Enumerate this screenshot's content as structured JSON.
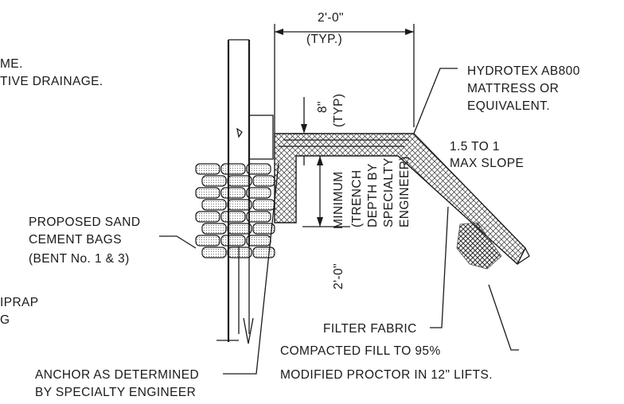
{
  "drawing": {
    "dim_width": "2'-0\"",
    "dim_width_typ": "(TYP.)",
    "dim_thickness": "8\"",
    "dim_thickness_typ": "(TYP)",
    "dim_depth_a": "2'-0\"",
    "dim_depth_b": "MINIMUM",
    "trench_1": "(TRENCH",
    "trench_2": "DEPTH BY",
    "trench_3": "SPECIALTY",
    "trench_4": "ENGINEER)",
    "partial_1": "ME.",
    "partial_2": "TIVE DRAINAGE.",
    "hydrotex_1": "HYDROTEX AB800",
    "hydrotex_2": "MATTRESS OR",
    "hydrotex_3": "EQUIVALENT.",
    "slope_1": "1.5 TO 1",
    "slope_2": "MAX SLOPE",
    "bags_1": "PROPOSED SAND",
    "bags_2": "CEMENT BAGS",
    "bags_3": "(BENT No. 1 & 3)",
    "riprap_1": "IPRAP",
    "riprap_2": "G",
    "filter": "FILTER FABRIC",
    "fill_1": "COMPACTED FILL TO 95%",
    "fill_2": "MODIFIED PROCTOR IN 12\" LIFTS.",
    "anchor_1": "ANCHOR AS DETERMINED",
    "anchor_2": "BY SPECIALTY ENGINEER"
  },
  "colors": {
    "ink": "#1a1a1a",
    "paper": "#ffffff"
  }
}
